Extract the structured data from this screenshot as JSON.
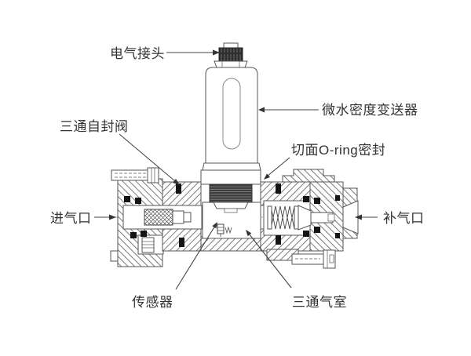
{
  "diagram": {
    "kind": "technical-cross-section-drawing",
    "labels": {
      "electrical_connector": "电气接头",
      "transmitter": "微水密度变送器",
      "self_sealing_valve": "三通自封阀",
      "oring_seal": "切面O-ring密封",
      "air_inlet": "进气口",
      "air_makeup_port": "补气口",
      "sensor": "传感器",
      "three_way_chamber": "三通气室"
    },
    "colors": {
      "background": "#ffffff",
      "line": "#555555",
      "text": "#333333",
      "seal_fill": "#141414",
      "connector_fill": "#2e2e2e"
    }
  }
}
